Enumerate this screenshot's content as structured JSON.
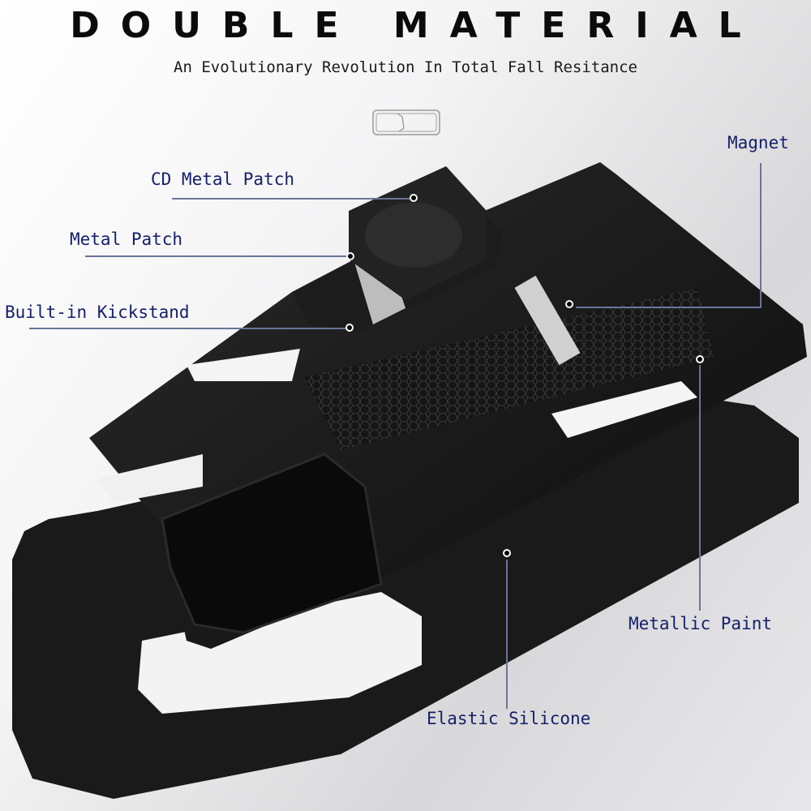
{
  "header": {
    "title": "DOUBLE MATERIAL",
    "subtitle": "An Evolutionary Revolution In Total Fall Resitance"
  },
  "icons": {
    "ring": "ring-holder-icon"
  },
  "callouts": [
    {
      "label": "CD Metal Patch",
      "side": "left"
    },
    {
      "label": "Metal Patch",
      "side": "left"
    },
    {
      "label": "Built-in Kickstand",
      "side": "left"
    },
    {
      "label": "Magnet",
      "side": "right"
    },
    {
      "label": "Metallic Paint",
      "side": "right"
    },
    {
      "label": "Elastic Silicone",
      "side": "bottom"
    }
  ],
  "colors": {
    "label_text": "#15206a",
    "leader_line": "#6b7496",
    "product": "#111111"
  }
}
